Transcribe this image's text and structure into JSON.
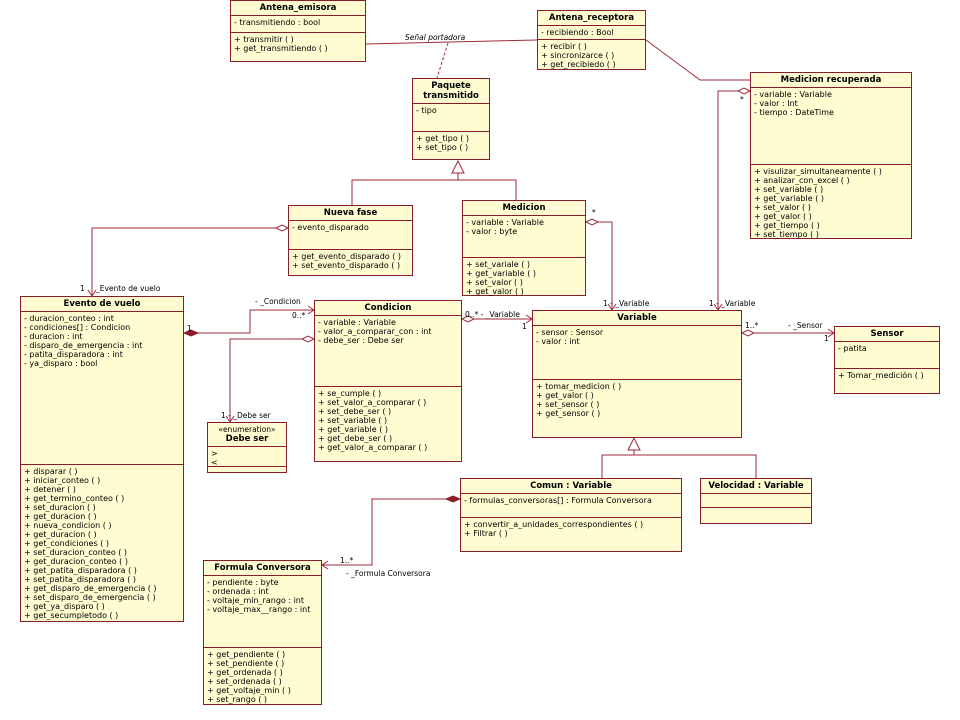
{
  "classes": {
    "antena_emisora": {
      "name": "Antena_emisora",
      "attributes": [
        "- transmitiendo : bool"
      ],
      "operations": [
        "+ transmitir ( )",
        "+ get_transmitiendo ( )"
      ]
    },
    "antena_receptora": {
      "name": "Antena_receptora",
      "attributes": [
        "- recibiendo : Bool"
      ],
      "operations": [
        "+ recibir ( )",
        "+ sincronizarce ( )",
        "+ get_recibiedo ( )"
      ]
    },
    "paquete_transmitido": {
      "name": "Paquete transmitido",
      "attributes": [
        "- tipo"
      ],
      "operations": [
        "+ get_tipo ( )",
        "+ set_tipo ( )"
      ]
    },
    "medicion_recuperada": {
      "name": "Medicion recuperada",
      "attributes": [
        "- variable : Variable",
        "- valor : Int",
        "- tiempo : DateTime"
      ],
      "operations": [
        "+ visulizar_simultaneamente ( )",
        "+ analizar_con_excel ( )",
        "+ set_variable ( )",
        "+ get_variable ( )",
        "+ set_valor ( )",
        "+ get_valor ( )",
        "+ get_tiempo ( )",
        "+ set_tiempo ( )"
      ]
    },
    "nueva_fase": {
      "name": "Nueva fase",
      "attributes": [
        "- evento_disparado"
      ],
      "operations": [
        "+ get_evento_disparado ( )",
        "+ set_evento_disparado ( )"
      ]
    },
    "medicion": {
      "name": "Medicion",
      "attributes": [
        "- variable : Variable",
        "- valor : byte"
      ],
      "operations": [
        "+ set_variale ( )",
        "+ get_variable ( )",
        "+ set_valor ( )",
        "+ get_valor ( )"
      ]
    },
    "evento_de_vuelo": {
      "name": "Evento de vuelo",
      "attributes": [
        "- duracion_conteo : int",
        "- condiciones[] : Condicion",
        "- duracion : int",
        "- disparo_de_emergencia : int",
        "- patita_disparadora : int",
        "- ya_disparo : bool"
      ],
      "operations": [
        "+ disparar ( )",
        "+ iniciar_conteo ( )",
        "+ detener ( )",
        "+ get_termino_conteo ( )",
        "+ set_duracion ( )",
        "+ get_duracion ( )",
        "+ nueva_condicion ( )",
        "+ get_duracion ( )",
        "+ get_condiciones ( )",
        "+ set_duracion_conteo ( )",
        "+ get_duracion_conteo ( )",
        "+ get_patita_disparadora ( )",
        "+ set_patita_disparadora ( )",
        "+ get_disparo_de_emergencia ( )",
        "+ set_disparo_de_emergencia ( )",
        "+ get_ya_disparo ( )",
        "+ get_secumpletodo ( )"
      ]
    },
    "condicion": {
      "name": "Condicion",
      "attributes": [
        "- variable : Variable",
        "- valor_a_comparar_con : int",
        "- debe_ser : Debe ser"
      ],
      "operations": [
        "+ se_cumple ( )",
        "+ set_valor_a_comparar ( )",
        "+ set_debe_ser ( )",
        "+ set_variable ( )",
        "+ get_variable ( )",
        "+ get_debe_ser ( )",
        "+ get_valor_a_comparar ( )"
      ]
    },
    "variable": {
      "name": "Variable",
      "attributes": [
        "- sensor : Sensor",
        "- valor : int"
      ],
      "operations": [
        "+ tomar_medicion ( )",
        "+ get_valor ( )",
        "+ set_sensor ( )",
        "+ get_sensor ( )"
      ]
    },
    "sensor": {
      "name": "Sensor",
      "attributes": [
        "- patita"
      ],
      "operations": [
        "+ Tomar_medición ( )"
      ]
    },
    "debe_ser": {
      "stereotype": "«enumeration»",
      "name": "Debe ser",
      "attributes": [
        ">",
        "<"
      ],
      "operations": []
    },
    "comun": {
      "name": "Comun : Variable",
      "attributes": [
        "- formulas_conversoras[] : Formula Conversora"
      ],
      "operations": [
        "+ convertir_a_unidades_correspondientes ( )",
        "+ Filtrar ( )"
      ]
    },
    "velocidad": {
      "name": "Velocidad : Variable",
      "attributes": [],
      "operations": []
    },
    "formula_conversora": {
      "name": "Formula Conversora",
      "attributes": [
        "- pendiente : byte",
        "- ordenada : int",
        "- voltaje_min_rango : int",
        "- voltaje_max__rango : int"
      ],
      "operations": [
        "+ get_pendiente ( )",
        "+ set_pendiente ( )",
        "+ get_ordenada ( )",
        "+ set_ordenada ( )",
        "+ get_voltaje_min ( )",
        "+ set_rango ( )"
      ]
    }
  },
  "labels": {
    "senal_portadora": "Señal portadora",
    "evento_role": "_Evento de vuelo",
    "evento_mult": "1",
    "condicion_role": "- _Condicion",
    "condicion_mult": "0..*",
    "evento_comp_mult": "1",
    "debe_ser_role": "1 - _Debe ser",
    "cond_var_role": "0..* - _Variable",
    "cond_var_mult": "1",
    "medicion_star": "*",
    "medicion_var_role": "1 - _Variable",
    "medrec_star": "*",
    "medrec_var_role": "1 - _Variable",
    "var_sensor_mult": "1..*",
    "sensor_role": "- _Sensor",
    "sensor_mult": "1",
    "formula_mult": "1..*",
    "formula_role": "- _Formula Conversora"
  }
}
